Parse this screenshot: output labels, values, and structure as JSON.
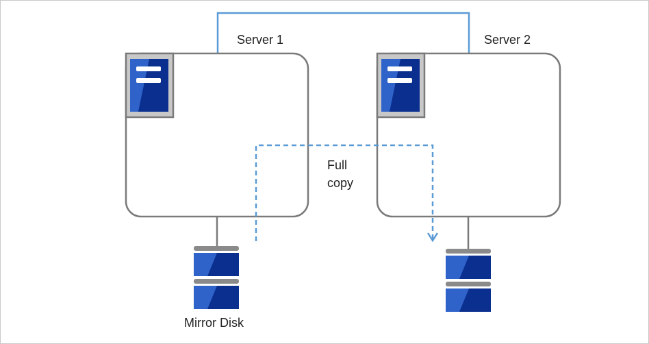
{
  "servers": [
    {
      "name": "Server 1"
    },
    {
      "name": "Server 2"
    }
  ],
  "copy_label": {
    "line1": "Full",
    "line2": "copy"
  },
  "disk_label": "Mirror Disk",
  "icons": {
    "server": "server-icon",
    "disk": "disk-icon"
  },
  "colors": {
    "frame": "#c8c8c8",
    "server_box": "#7a7a7a",
    "network_line": "#5b9bd5",
    "copy_arrow": "#5b9bd5",
    "icon_dark": "#0a2f8f",
    "icon_light": "#2f63c9",
    "icon_gray": "#c8c8c8",
    "disk_cap": "#8a8a8a"
  }
}
